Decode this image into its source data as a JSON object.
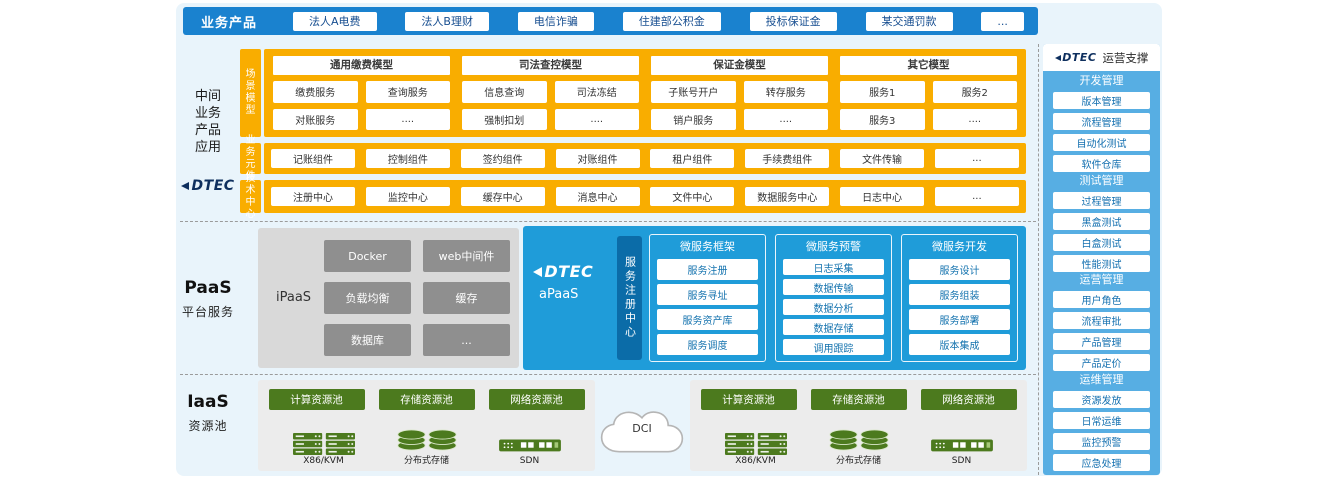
{
  "brand": {
    "name": "DTEC"
  },
  "colors": {
    "topbar_blue": "#1A82CF",
    "orange": "#F9AD00",
    "apaas_blue": "#1F9CD9",
    "registry_blue": "#0B6CA8",
    "iaas_green": "#4C7A1E",
    "ops_panel_blue": "#57AEE3",
    "brand_navy": "#0E2F5E",
    "content_bg": "#E9F4FB"
  },
  "top_bar": {
    "label": "业务产品",
    "products": [
      "法人A电费",
      "法人B理财",
      "电信诈骗",
      "住建部公积金",
      "投标保证金",
      "某交通罚款",
      "..."
    ]
  },
  "middle": {
    "side_label": "中间业务产品应用",
    "scene_row_label": "场景模型",
    "scene_groups": [
      {
        "title": "通用缴费模型",
        "items": [
          "缴费服务",
          "查询服务",
          "对账服务",
          "...."
        ]
      },
      {
        "title": "司法查控模型",
        "items": [
          "信息查询",
          "司法冻结",
          "强制扣划",
          "...."
        ]
      },
      {
        "title": "保证金模型",
        "items": [
          "子账号开户",
          "转存服务",
          "销户服务",
          "...."
        ]
      },
      {
        "title": "其它模型",
        "items": [
          "服务1",
          "服务2",
          "服务3",
          "...."
        ]
      }
    ],
    "component_row_label": "业务元件",
    "components": [
      "记账组件",
      "控制组件",
      "签约组件",
      "对账组件",
      "租户组件",
      "手续费组件",
      "文件传输",
      "..."
    ],
    "tech_row_label": "技术中心",
    "tech_centers": [
      "注册中心",
      "监控中心",
      "缓存中心",
      "消息中心",
      "文件中心",
      "数据服务中心",
      "日志中心",
      "..."
    ]
  },
  "paas": {
    "label": "PaaS",
    "sublabel": "平台服务",
    "ipaas": {
      "label": "iPaaS",
      "items": [
        "Docker",
        "web中间件",
        "负载均衡",
        "缓存",
        "数据库",
        "..."
      ]
    },
    "apaas": {
      "label": "aPaaS",
      "registry_label": "服务注册中心",
      "columns": [
        {
          "title": "微服务框架",
          "items": [
            "服务注册",
            "服务寻址",
            "服务资产库",
            "服务调度"
          ]
        },
        {
          "title": "微服务预警",
          "items": [
            "日志采集",
            "数据传输",
            "数据分析",
            "数据存储",
            "调用跟踪"
          ]
        },
        {
          "title": "微服务开发",
          "items": [
            "服务设计",
            "服务组装",
            "服务部署",
            "版本集成"
          ]
        }
      ]
    }
  },
  "iaas": {
    "label": "IaaS",
    "sublabel": "资源池",
    "dci_label": "DCI",
    "pools": [
      "计算资源池",
      "存储资源池",
      "网络资源池"
    ],
    "hardware": [
      "X86/KVM",
      "分布式存储",
      "SDN"
    ]
  },
  "ops": {
    "title": "运营支撑",
    "sections": [
      {
        "title": "开发管理",
        "items": [
          "版本管理",
          "流程管理",
          "自动化测试",
          "软件仓库"
        ]
      },
      {
        "title": "测试管理",
        "items": [
          "过程管理",
          "黑盒测试",
          "白盒测试",
          "性能测试"
        ]
      },
      {
        "title": "运营管理",
        "items": [
          "用户角色",
          "流程审批",
          "产品管理",
          "产品定价"
        ]
      },
      {
        "title": "运维管理",
        "items": [
          "资源发放",
          "日常运维",
          "监控预警",
          "应急处理"
        ]
      }
    ]
  }
}
